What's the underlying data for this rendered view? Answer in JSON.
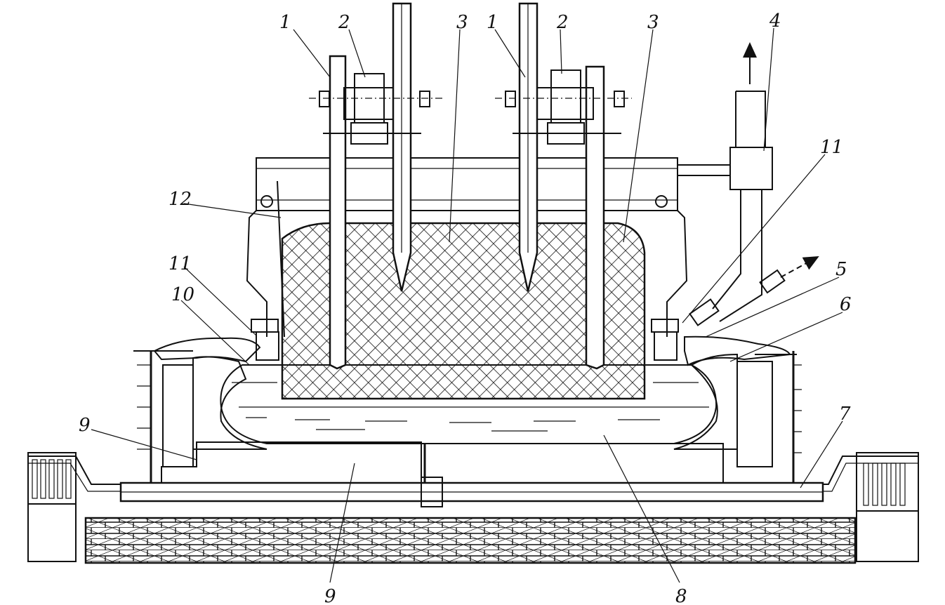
{
  "labels": {
    "l1a": "1",
    "l2a": "2",
    "l3a": "3",
    "l1b": "1",
    "l2b": "2",
    "l3b": "3",
    "l4": "4",
    "l5": "5",
    "l6": "6",
    "l7": "7",
    "l8": "8",
    "l9a": "9",
    "l9b": "9",
    "l10": "10",
    "l11a": "11",
    "l11b": "11",
    "l12": "12"
  },
  "colors": {
    "ink": "#111111",
    "paper": "#ffffff"
  }
}
